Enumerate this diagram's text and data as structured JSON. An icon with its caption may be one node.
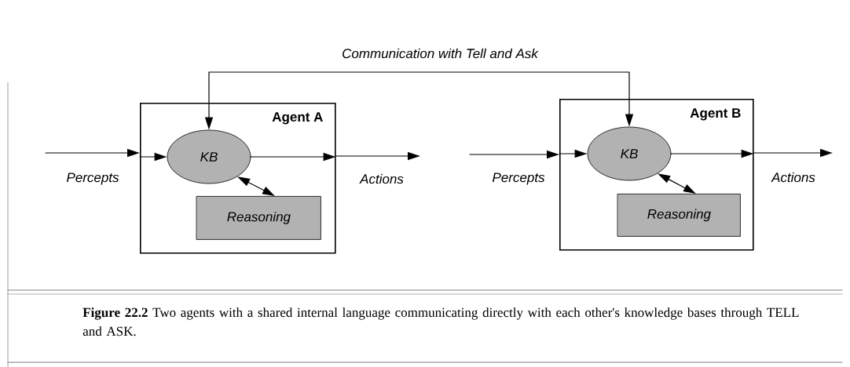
{
  "diagram": {
    "caption": "**Figure 22.2** Two agents with a shared internal language communicating directly with each other's knowledge bases through TELL and ASK.",
    "nodes": [
      {
        "text": [
          "Agent A"
        ]
      },
      {
        "text": [
          "KB"
        ],
        "in": 0
      },
      {
        "text": [
          "Reasoning"
        ],
        "in": 0
      },
      {
        "text": [
          "Agent B"
        ]
      },
      {
        "text": [
          "KB"
        ],
        "in": 3
      },
      {
        "text": [
          "Reasoning"
        ],
        "in": 3
      }
    ],
    "edges": [
      {
        "from": null,
        "to": 0,
        "arrow": "to",
        "label": "Percepts"
      },
      {
        "from": 0,
        "to": 1,
        "arrow": "to"
      },
      {
        "from": 1,
        "to": 0,
        "arrow": "to"
      },
      {
        "from": 0,
        "to": null,
        "arrow": "to",
        "label": "Actions"
      },
      {
        "from": 1,
        "to": 2,
        "arrow": "both"
      },
      {
        "from": null,
        "to": 3,
        "arrow": "to",
        "label": "Percepts"
      },
      {
        "from": 3,
        "to": 4,
        "arrow": "to"
      },
      {
        "from": 4,
        "to": 3,
        "arrow": "to"
      },
      {
        "from": 3,
        "to": null,
        "arrow": "to",
        "label": "Actions"
      },
      {
        "from": 4,
        "to": 5,
        "arrow": "both"
      },
      {
        "from": 1,
        "to": 4,
        "arrow": "both",
        "label": "Communication with Tell and Ask"
      }
    ]
  }
}
